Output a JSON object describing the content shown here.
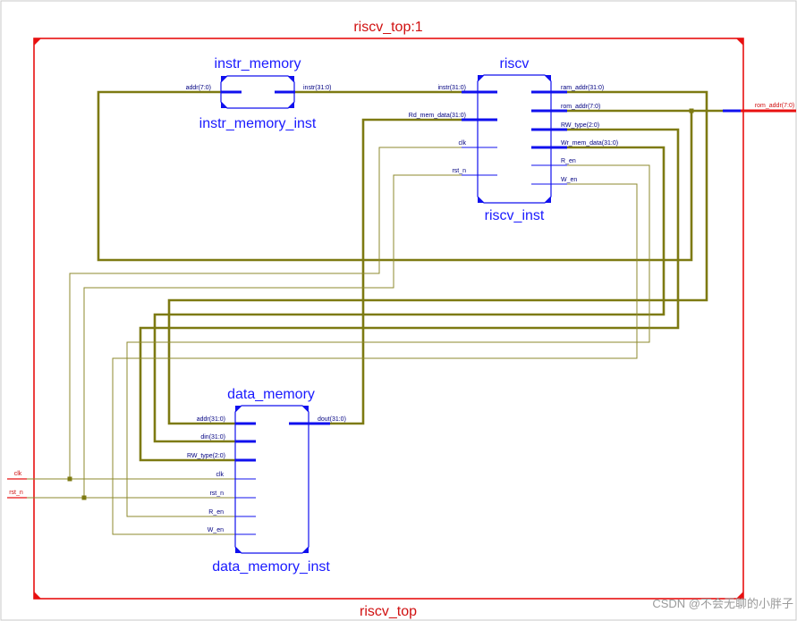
{
  "colors": {
    "frame": "#e81010",
    "module": "#1010ee",
    "bus": "#7d7a12",
    "net": "#8e8a2e",
    "port": "#e81010",
    "label_blue": "#1a1aff",
    "label_red": "#d01010"
  },
  "top": {
    "title": "riscv_top:1",
    "footer": "riscv_top"
  },
  "instr_memory": {
    "module": "instr_memory",
    "instance": "instr_memory_inst",
    "pin_addr": "addr(7:0)",
    "pin_instr": "instr(31:0)"
  },
  "riscv": {
    "module": "riscv",
    "instance": "riscv_inst",
    "pin_instr": "instr(31:0)",
    "pin_rd_mem_data": "Rd_mem_data(31:0)",
    "pin_clk": "clk",
    "pin_rst_n": "rst_n",
    "pin_rom_addr31": "ram_addr(31:0)",
    "pin_rom_addr7": "rom_addr(7:0)",
    "pin_rw_type": "RW_type(2:0)",
    "pin_wr_mem_data": "Wr_mem_data(31:0)",
    "pin_r_en": "R_en",
    "pin_w_en": "W_en"
  },
  "data_memory": {
    "module": "data_memory",
    "instance": "data_memory_inst",
    "pin_addr": "addr(31:0)",
    "pin_din": "din(31:0)",
    "pin_rw_type": "RW_type(2:0)",
    "pin_clk": "clk",
    "pin_rst_n": "rst_n",
    "pin_r_en": "R_en",
    "pin_w_en": "W_en",
    "pin_dout": "dout(31:0)"
  },
  "ports": {
    "clk": "clk",
    "rst_n": "rst_n",
    "rom_addr_out": "rom_addr(7:0)"
  },
  "watermark": "CSDN @不会无聊的小胖子"
}
